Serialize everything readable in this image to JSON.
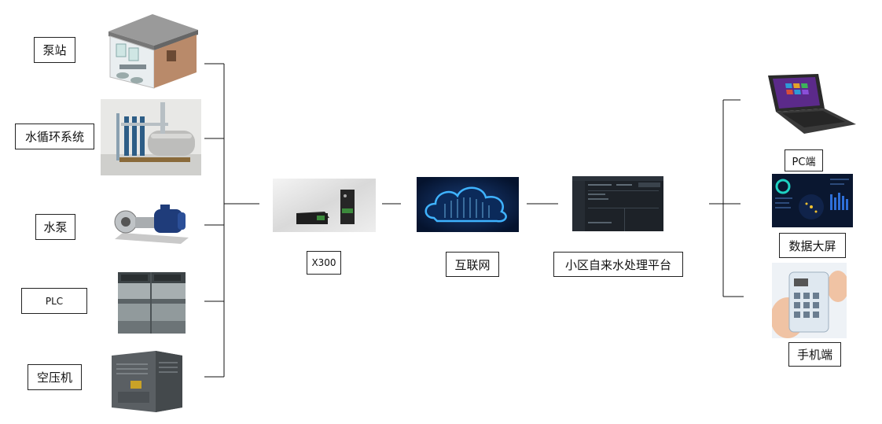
{
  "sources": [
    {
      "id": "pump-station",
      "label": "泵站",
      "icon": "pump-station-building"
    },
    {
      "id": "water-circulation",
      "label": "水循环系统",
      "icon": "water-tank-pumps"
    },
    {
      "id": "water-pump",
      "label": "水泵",
      "icon": "centrifugal-pump"
    },
    {
      "id": "plc",
      "label": "PLC",
      "icon": "plc-modules"
    },
    {
      "id": "air-compressor",
      "label": "空压机",
      "icon": "air-compressor-cabinet"
    }
  ],
  "gateway": {
    "label": "X300",
    "icon": "gateway-device"
  },
  "internet": {
    "label": "互联网",
    "icon": "cloud"
  },
  "platform": {
    "label": "小区自来水处理平台",
    "icon": "dashboard-screenshot"
  },
  "terminals": [
    {
      "id": "pc",
      "label": "PC端",
      "icon": "laptop"
    },
    {
      "id": "big-screen",
      "label": "数据大屏",
      "icon": "data-screen"
    },
    {
      "id": "mobile",
      "label": "手机端",
      "icon": "smartphone-hand"
    }
  ],
  "colors": {
    "line": "#111111",
    "cloud_glow": "#3fb3ff",
    "cloud_bg": "#05132e"
  }
}
